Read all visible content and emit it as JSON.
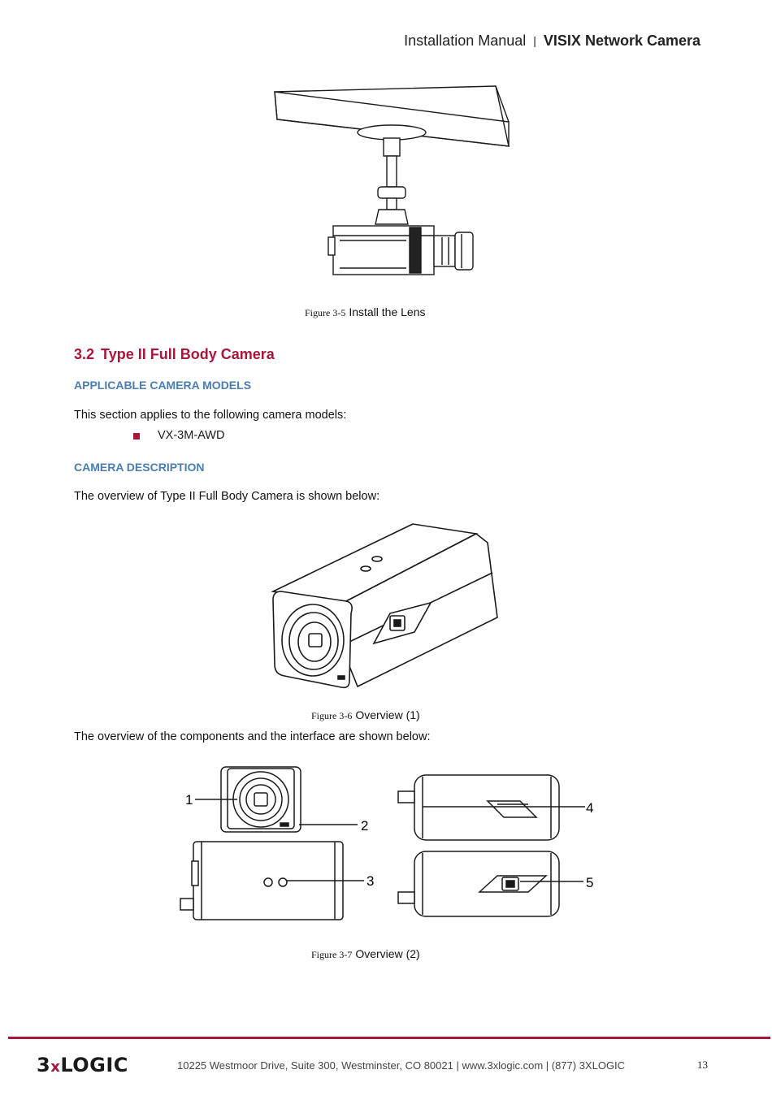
{
  "header": {
    "doc_type": "Installation Manual",
    "separator": "|",
    "product": "VISIX Network Camera"
  },
  "figures": {
    "fig5": {
      "label": "Figure 3-5",
      "title": "Install the Lens"
    },
    "fig6": {
      "label": "Figure 3-6",
      "title": "Overview (1)"
    },
    "fig7": {
      "label": "Figure 3-7",
      "title": "Overview (2)"
    }
  },
  "section": {
    "number": "3.2",
    "title": "Type II Full Body Camera"
  },
  "applicable": {
    "heading": "APPLICABLE CAMERA MODELS",
    "intro": "This section applies to the following camera models:",
    "models": [
      "VX-3M-AWD"
    ]
  },
  "description": {
    "heading": "CAMERA DESCRIPTION",
    "overview_text": "The overview of Type II Full Body Camera is shown below:",
    "components_text": "The overview of the components and the interface are shown below:"
  },
  "callouts": [
    "1",
    "2",
    "3",
    "4",
    "5"
  ],
  "footer": {
    "logo_prefix": "3",
    "logo_x": "x",
    "logo_suffix": "LOGIC",
    "address": "10225 Westmoor Drive, Suite 300, Westminster, CO 80021 | www.3xlogic.com | (877) 3XLOGIC",
    "page_number": "13"
  },
  "colors": {
    "accent": "#a8163b",
    "subheading": "#4a7db0"
  }
}
